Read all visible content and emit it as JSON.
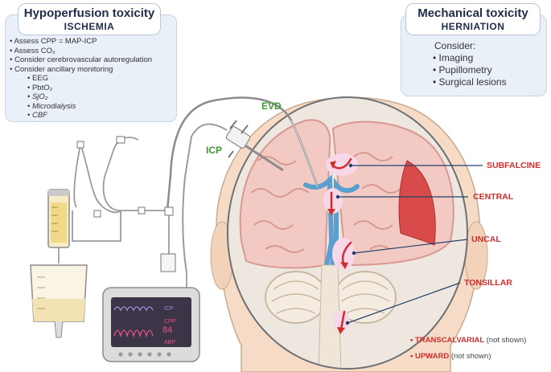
{
  "hypo": {
    "title": "Hypoperfusion toxicity",
    "subtitle": "ISCHEMIA",
    "items": [
      "Assess CPP = MAP-ICP",
      "Assess CO₂",
      "Consider cerebrovascular autoregulation",
      "Consider ancillary monitoring"
    ],
    "subitems": [
      "EEG",
      "PbtO₂",
      "SjO₂",
      "Microdialysis",
      "CBF"
    ]
  },
  "mech": {
    "title": "Mechanical toxicity",
    "subtitle": "HERNIATION",
    "consider": "Consider:",
    "items": [
      "Imaging",
      "Pupillometry",
      "Surgical lesions"
    ]
  },
  "devices": {
    "evd": "EVD",
    "icp": "ICP"
  },
  "monitor": {
    "icp": "ICP",
    "cpp": "CPP",
    "cpp_value": "84",
    "abp": "ABP"
  },
  "herniation": {
    "subfalcine": "SUBFALCINE",
    "central": "CENTRAL",
    "uncal": "UNCAL",
    "tonsillar": "TONSILLAR",
    "transcalvarial": "TRANSCALVARIAL",
    "transcalvarial_note": "(not shown)",
    "upward": "UPWARD",
    "upward_note": "(not shown)"
  },
  "colors": {
    "herniation_red": "#d12d2d",
    "device_green": "#3f9a2f",
    "csf_blue": "#5a9fd0",
    "brain_pink": "#f3c9c4",
    "box_bg": "#eaf0f8",
    "title_navy": "#1f2d4a",
    "line_navy": "#24406a",
    "hematoma": "#d94a4a"
  }
}
